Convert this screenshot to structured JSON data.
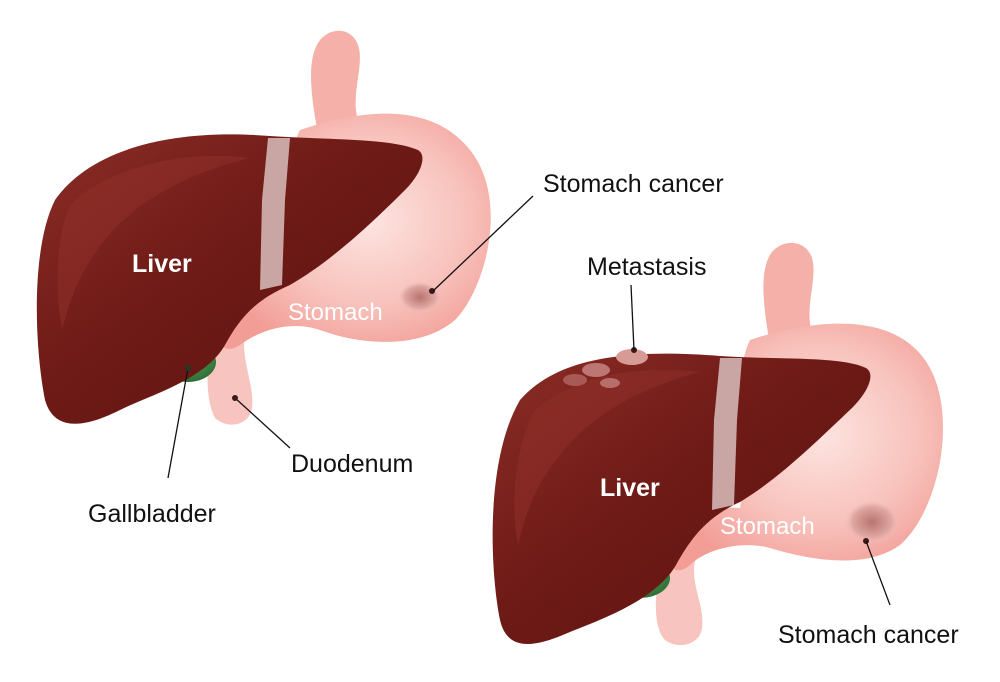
{
  "diagram_a": {
    "liver_label": "Liver",
    "stomach_label": "Stomach",
    "stomach_cancer_label": "Stomach cancer",
    "duodenum_label": "Duodenum",
    "gallbladder_label": "Gallbladder"
  },
  "diagram_b": {
    "liver_label": "Liver",
    "stomach_label": "Stomach",
    "stomach_cancer_label": "Stomach cancer",
    "metastasis_label": "Metastasis"
  },
  "colors": {
    "liver": "#6b1714",
    "liver_highlight": "#8a2a25",
    "stomach": "#f7b4ae",
    "stomach_light": "#fde2de",
    "gallbladder": "#3f8a45",
    "ligament": "#c9a3a1",
    "tumor": "#c98b88"
  }
}
